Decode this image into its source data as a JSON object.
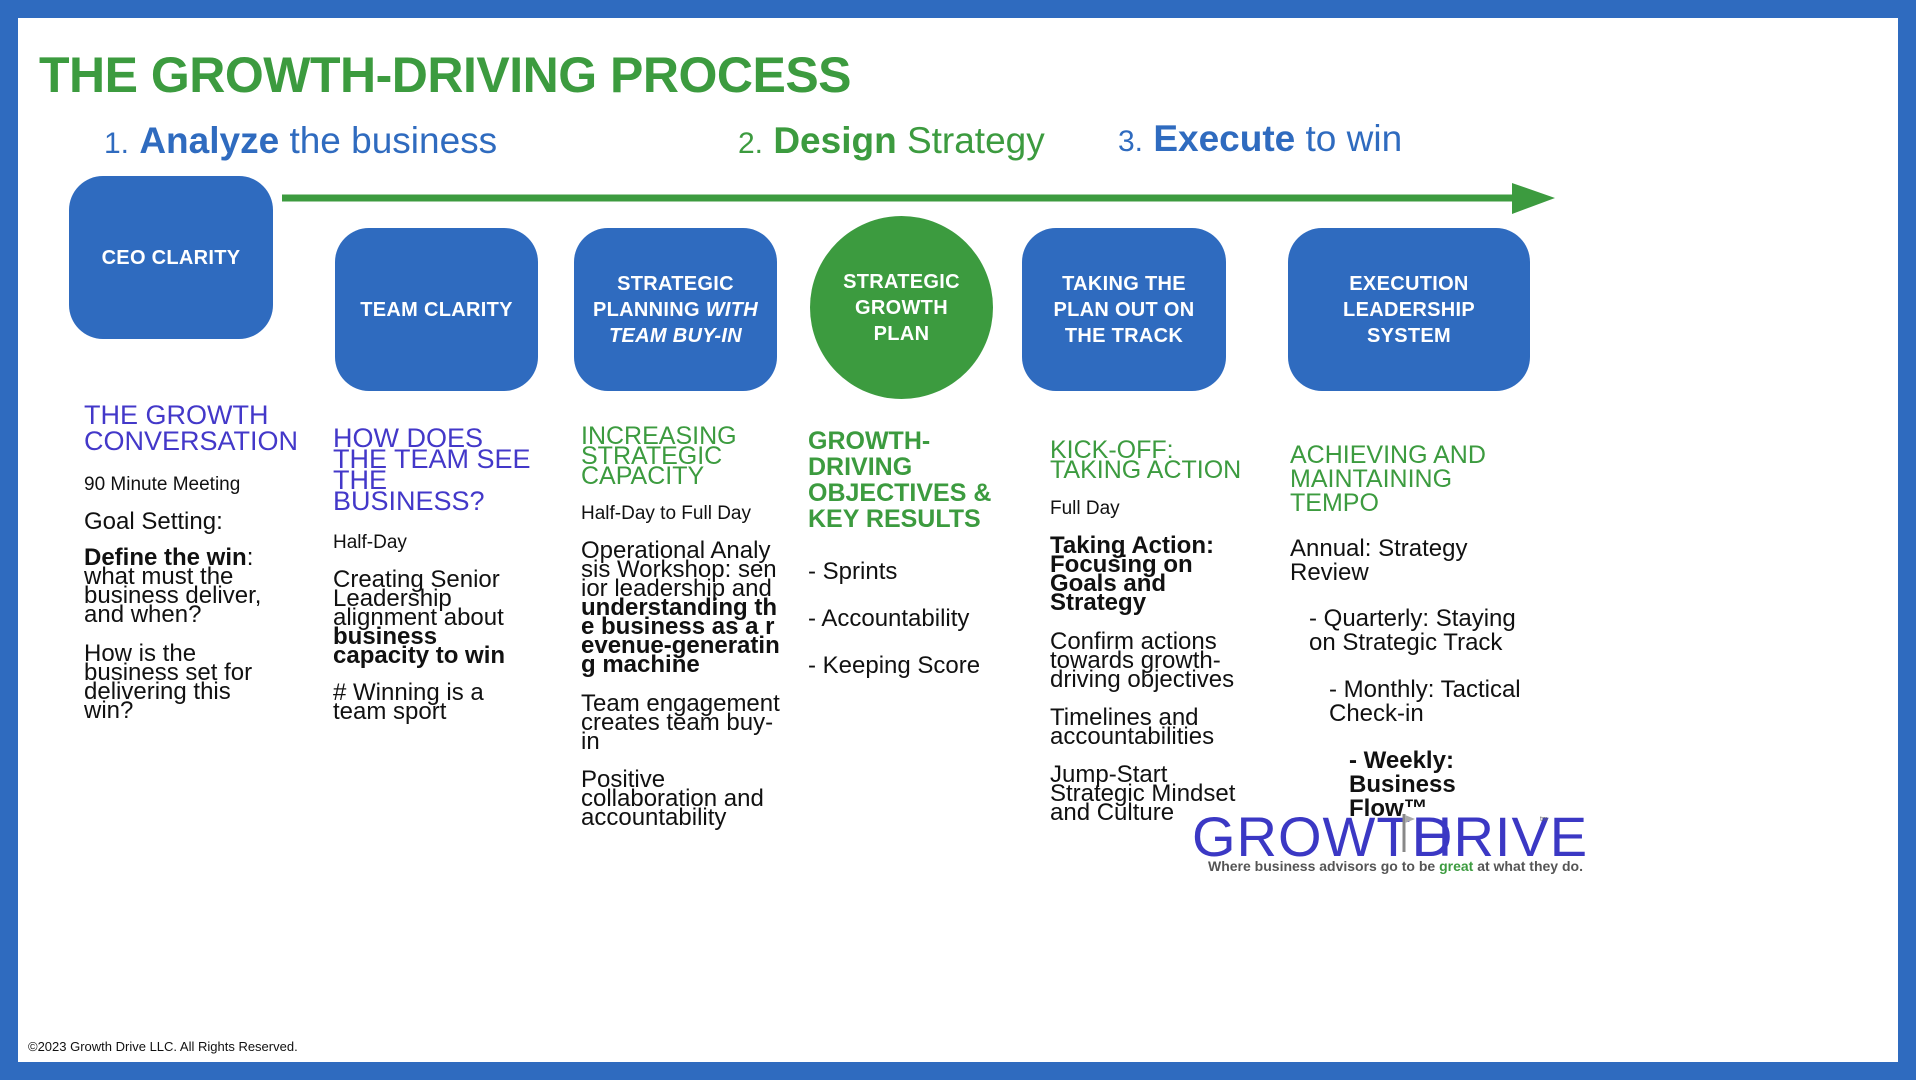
{
  "title": "THE GROWTH-DRIVING PROCESS",
  "phases": [
    {
      "num": "1.",
      "bold": "Analyze",
      "rest": "the business"
    },
    {
      "num": "2.",
      "bold": "Design",
      "rest": "Strategy"
    },
    {
      "num": "3.",
      "bold": "Execute",
      "rest": "to win"
    }
  ],
  "steps": {
    "ceo": "CEO CLARITY",
    "team": "TEAM CLARITY",
    "planning_a": "STRATEGIC PLANNING",
    "planning_b": "WITH TEAM BUY-IN",
    "growth_plan": "STRATEGIC GROWTH PLAN",
    "track": "TAKING THE PLAN OUT ON THE TRACK",
    "execution": "EXECUTION LEADERSHIP SYSTEM"
  },
  "col1": {
    "heading": "THE GROWTH CONVERSATION",
    "duration": "90 Minute Meeting",
    "goal": "Goal Setting:",
    "define_bold": "Define the win",
    "define_rest": ": what must the business deliver, and when?",
    "how": "How is the business set for delivering this win?"
  },
  "col2": {
    "heading": "HOW DOES THE TEAM SEE THE BUSINESS?",
    "duration": "Half-Day",
    "text_a": "Creating Senior Leadership alignment about",
    "text_bold": "business capacity to win",
    "text_b": "# Winning is a team sport"
  },
  "col3": {
    "heading": "INCREASING STRATEGIC CAPACITY",
    "duration": "Half-Day to Full Day",
    "text_a": "Operational Analysis Workshop: senior leadership and",
    "text_bold": "understanding the business as a revenue-generating machine",
    "text_b": "Team engagement creates team buy-in",
    "text_c": "Positive collaboration and accountability"
  },
  "col4": {
    "heading": "GROWTH-DRIVING OBJECTIVES & KEY RESULTS",
    "items": [
      "- Sprints",
      "- Accountability",
      "- Keeping Score"
    ]
  },
  "col5": {
    "heading": "KICK-OFF: TAKING ACTION",
    "duration": "Full Day",
    "bold": "Taking Action: Focusing on Goals and Strategy",
    "text_a": "Confirm actions towards growth-driving objectives",
    "text_b": "Timelines and accountabilities",
    "text_c": "Jump-Start Strategic Mindset and Culture"
  },
  "col6": {
    "heading": "ACHIEVING AND MAINTAINING TEMPO",
    "annual": "Annual: Strategy Review",
    "quarterly": "- Quarterly: Staying on Strategic Track",
    "monthly": "- Monthly: Tactical Check-in",
    "weekly": "- Weekly: Business Flow™"
  },
  "footer": {
    "copyright": "©2023 Growth Drive LLC. All Rights Reserved.",
    "logo_left": "GROWTH",
    "logo_right": "DRIVE",
    "tm": "tm",
    "tagline_a": "Where business advisors go to be",
    "tagline_great": "great",
    "tagline_b": "at what they do."
  },
  "colors": {
    "blue": "#2f6bbf",
    "green": "#3c9b3f",
    "purple": "#4338c9"
  }
}
